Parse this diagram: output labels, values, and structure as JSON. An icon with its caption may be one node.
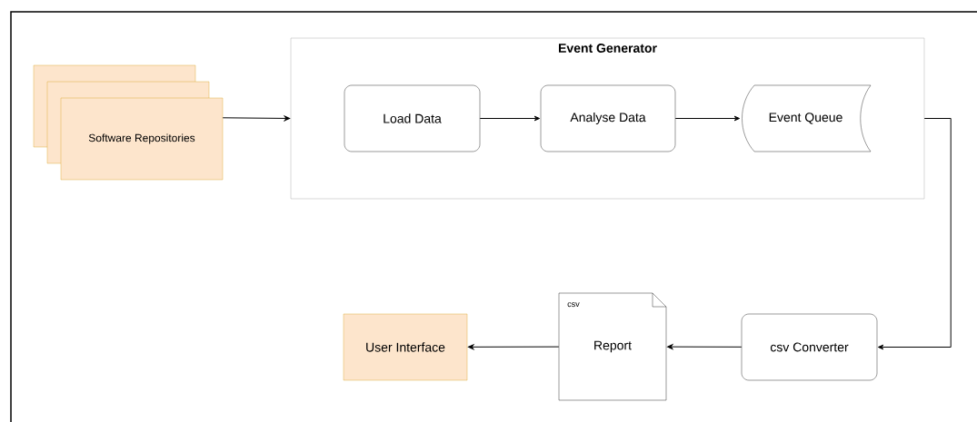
{
  "diagram": {
    "nodes": [
      {
        "text": [
          "Software Repositories"
        ]
      },
      {
        "text": [
          "Event Generator"
        ]
      },
      {
        "text": [
          "Load Data"
        ],
        "in": 1
      },
      {
        "text": [
          "Analyse Data"
        ],
        "in": 1
      },
      {
        "text": [
          "Event Queue"
        ],
        "in": 1
      },
      {
        "text": [
          "csv Converter"
        ]
      },
      {
        "text": [
          "csv",
          "Report"
        ]
      },
      {
        "text": [
          "User Interface"
        ]
      }
    ],
    "edges": [
      {
        "from": 0,
        "to": 1,
        "arrow": "to"
      },
      {
        "from": 2,
        "to": 3,
        "arrow": "to"
      },
      {
        "from": 3,
        "to": 4,
        "arrow": "to"
      },
      {
        "from": 1,
        "to": 5,
        "arrow": "to"
      },
      {
        "from": 5,
        "to": 6,
        "arrow": "to"
      },
      {
        "from": 6,
        "to": 7,
        "arrow": "to"
      }
    ]
  }
}
